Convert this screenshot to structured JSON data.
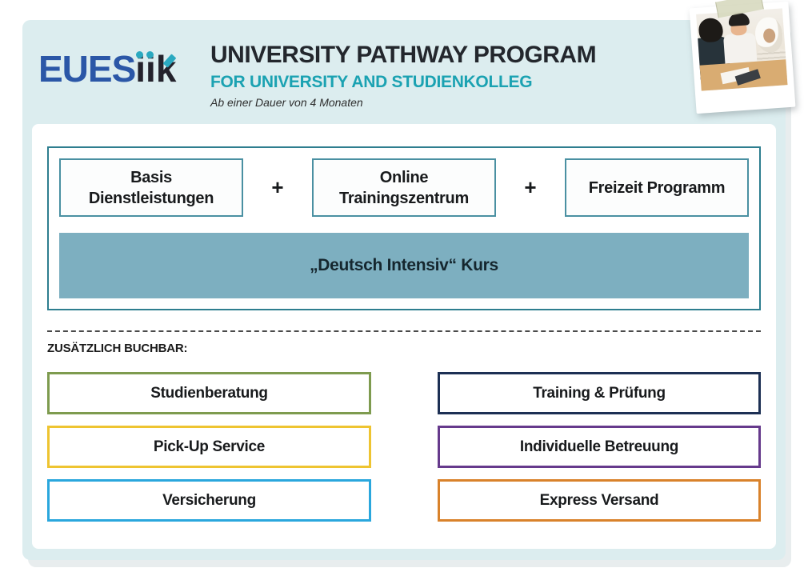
{
  "logo": {
    "part1": "EUES",
    "part2": "ii",
    "part3": "k"
  },
  "header": {
    "title": "UNIVERSITY PATHWAY PROGRAM",
    "subtitle": "FOR UNIVERSITY AND STUDIENKOLLEG",
    "note": "Ab einer Dauer von 4 Monaten"
  },
  "bundle": {
    "plus": "+",
    "items": [
      {
        "label": "Basis Dienstleistungen"
      },
      {
        "label": "Online Trainingszentrum"
      },
      {
        "label": "Freizeit Programm"
      }
    ],
    "band_label": "„Deutsch Intensiv“ Kurs"
  },
  "addons": {
    "heading": "ZUSÄTZLICH BUCHBAR:",
    "items": [
      {
        "label": "Studienberatung",
        "border": "#7e9b4f"
      },
      {
        "label": "Training & Prüfung",
        "border": "#1d3054"
      },
      {
        "label": "Pick-Up Service",
        "border": "#eec431"
      },
      {
        "label": "Individuelle Betreuung",
        "border": "#663a8c"
      },
      {
        "label": "Versicherung",
        "border": "#2aa7dd"
      },
      {
        "label": "Express Versand",
        "border": "#d9822b"
      }
    ]
  },
  "colors": {
    "card_bg": "#dcedef",
    "panel_bg": "#ffffff",
    "teal_dark": "#2e7e8f",
    "teal_mid": "#4a90a2",
    "band_bg": "#7dafc0",
    "logo_blue": "#2b57a7",
    "logo_dark": "#23222c",
    "logo_teal": "#2aa9c0",
    "subtitle_teal": "#1ba2b2",
    "text_dark": "#23272d"
  }
}
